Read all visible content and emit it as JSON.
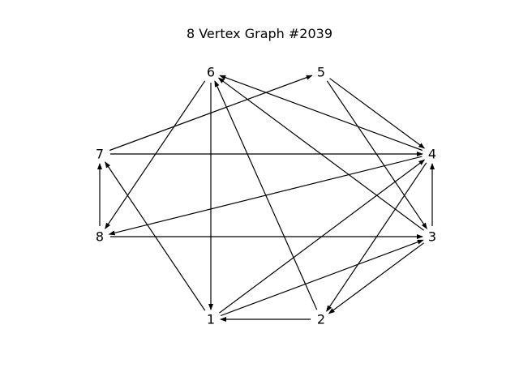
{
  "title": "8 Vertex Graph #2039",
  "colors": {
    "edge": "#000000",
    "label": "#000000",
    "background": "#ffffff"
  },
  "graph": {
    "directed": true,
    "nodes": [
      "1",
      "2",
      "3",
      "4",
      "5",
      "6",
      "7",
      "8"
    ],
    "edges": [
      {
        "from": "1",
        "to": "7"
      },
      {
        "from": "1",
        "to": "4"
      },
      {
        "from": "1",
        "to": "3"
      },
      {
        "from": "2",
        "to": "1"
      },
      {
        "from": "2",
        "to": "6"
      },
      {
        "from": "3",
        "to": "2"
      },
      {
        "from": "3",
        "to": "4"
      },
      {
        "from": "3",
        "to": "6"
      },
      {
        "from": "4",
        "to": "2"
      },
      {
        "from": "4",
        "to": "6"
      },
      {
        "from": "4",
        "to": "8"
      },
      {
        "from": "5",
        "to": "3"
      },
      {
        "from": "5",
        "to": "4"
      },
      {
        "from": "6",
        "to": "1"
      },
      {
        "from": "6",
        "to": "8"
      },
      {
        "from": "7",
        "to": "5"
      },
      {
        "from": "7",
        "to": "4"
      },
      {
        "from": "8",
        "to": "3"
      },
      {
        "from": "8",
        "to": "7"
      }
    ]
  }
}
